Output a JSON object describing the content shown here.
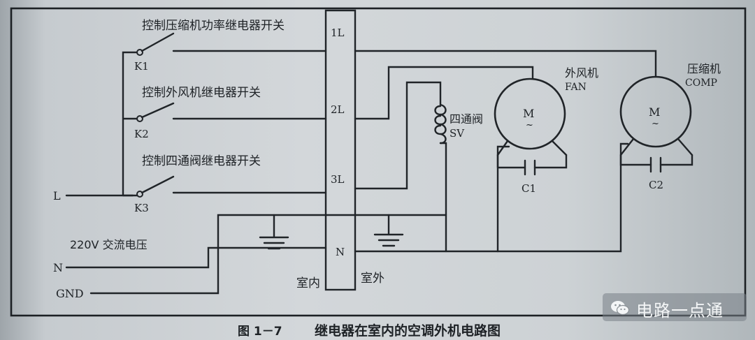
{
  "labels": {
    "k1_switch": "控制压缩机功率继电器开关",
    "k2_switch": "控制外风机继电器开关",
    "k3_switch": "控制四通阀继电器开关",
    "k1": "K1",
    "k2": "K2",
    "k3": "K3",
    "line_l": "L",
    "line_n": "N",
    "line_gnd": "GND",
    "supply": "220V 交流电压",
    "term_1l": "1L",
    "term_2l": "2L",
    "term_3l": "3L",
    "term_n": "N",
    "indoor": "室内",
    "outdoor": "室外",
    "valve_cn": "四通阀",
    "valve_en": "SV",
    "fan_cn": "外风机",
    "fan_en": "FAN",
    "comp_cn": "压缩机",
    "comp_en": "COMP",
    "motor": "M",
    "tilde": "~",
    "c1": "C1",
    "c2": "C2"
  },
  "caption": {
    "number": "图 1－7",
    "title": "继电器在室内的空调外机电路图"
  },
  "watermark": {
    "text": "电路一点通",
    "icon": "wechat-icon"
  }
}
